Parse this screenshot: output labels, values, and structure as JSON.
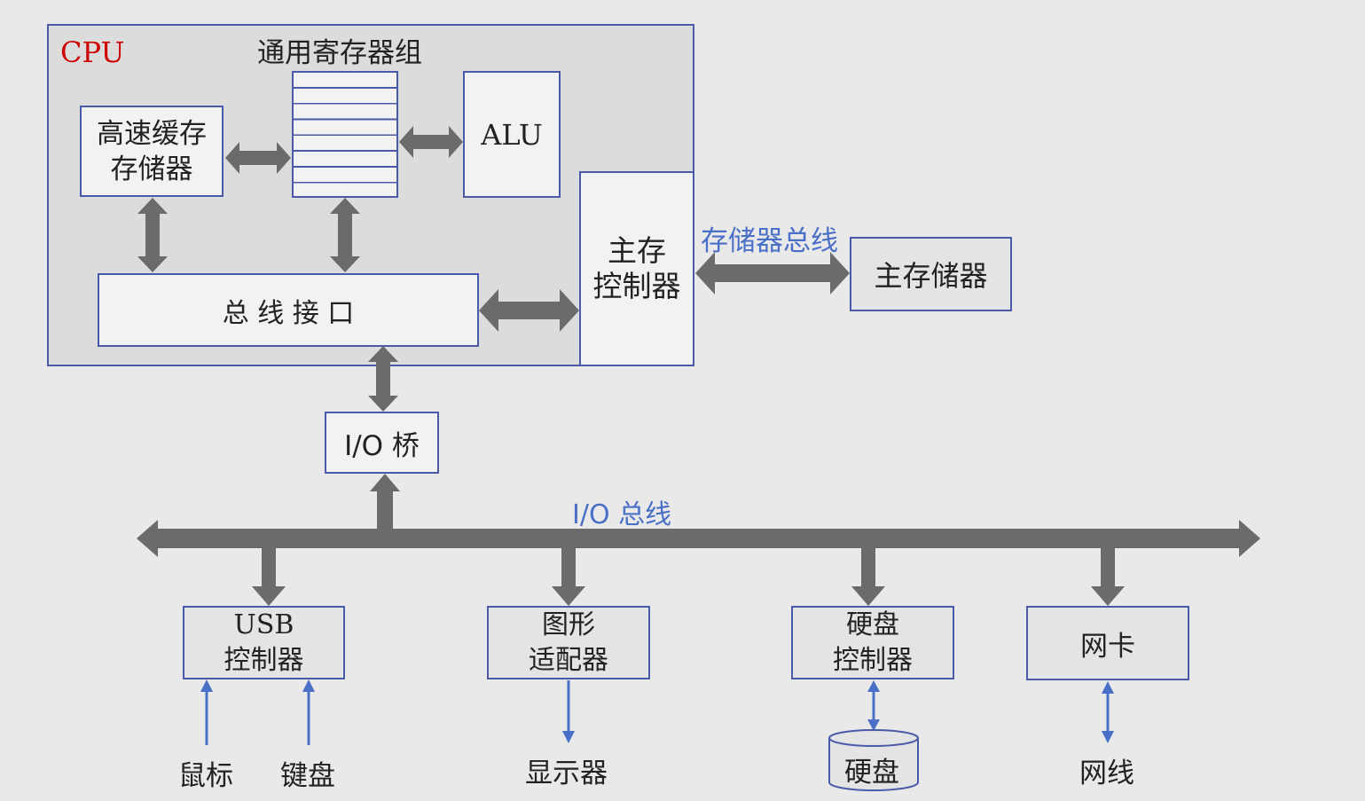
{
  "cpu": {
    "label": "CPU",
    "register_group_label": "通用寄存器组",
    "cache": {
      "line1": "高速缓存",
      "line2": "存储器"
    },
    "alu": "ALU",
    "bus_interface": "总 线 接 口",
    "memory_controller": {
      "line1": "主存",
      "line2": "控制器"
    }
  },
  "memory_bus_label": "存储器总线",
  "main_memory": "主存储器",
  "io_bridge": "I/O 桥",
  "io_bus_label": "I/O 总线",
  "devices": {
    "usb": {
      "line1": "USB",
      "line2": "控制器"
    },
    "graphics": {
      "line1": "图形",
      "line2": "适配器"
    },
    "disk_controller": {
      "line1": "硬盘",
      "line2": "控制器"
    },
    "nic": "网卡"
  },
  "peripherals": {
    "mouse": "鼠标",
    "keyboard": "键盘",
    "monitor": "显示器",
    "disk": "硬盘",
    "network_cable": "网线"
  },
  "colors": {
    "box_border": "#4a5aa8",
    "arrow_gray": "#6b6b6b",
    "thin_arrow_blue": "#4a6fc6",
    "cpu_label_red": "#cc0000",
    "bus_label_blue": "#4a6fc6"
  }
}
